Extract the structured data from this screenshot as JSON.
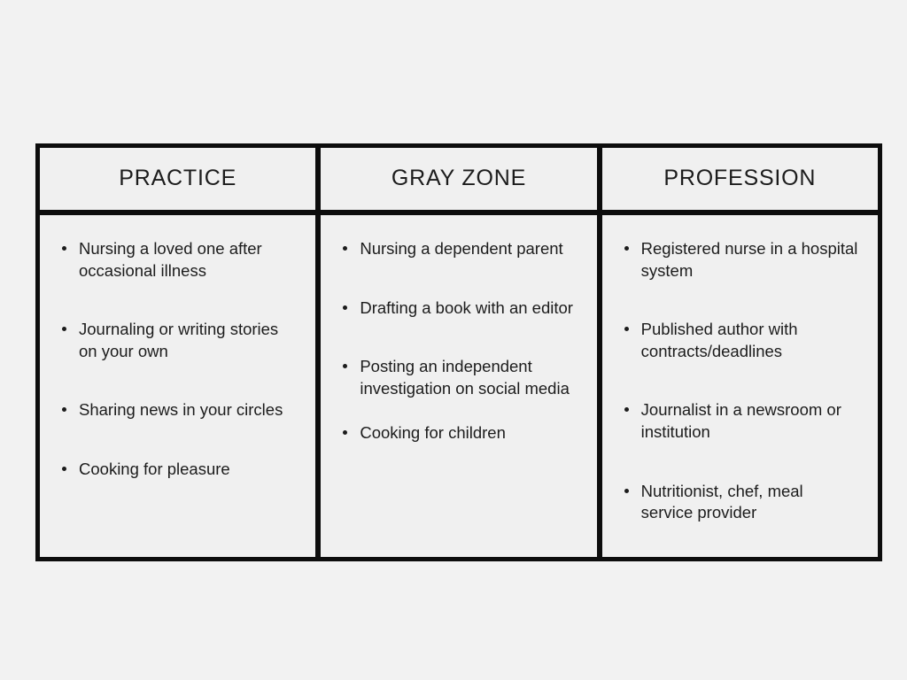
{
  "theme": {
    "page_background": "#f2f2f2",
    "cell_background": "#f0f0f0",
    "grid_color": "#0d0d0d",
    "text_color": "#1c1c1c"
  },
  "table": {
    "columns": [
      {
        "id": "practice",
        "header": "PRACTICE",
        "items": [
          "Nursing a loved one after occasional illness",
          "Journaling or writing stories on your own",
          "Sharing news in your circles",
          "Cooking for pleasure"
        ]
      },
      {
        "id": "gray-zone",
        "header": "GRAY ZONE",
        "items": [
          "Nursing a dependent parent",
          "Drafting a book with an editor",
          "Posting an independent investigation on social media",
          "Cooking for children"
        ]
      },
      {
        "id": "profession",
        "header": "PROFESSION",
        "items": [
          "Registered nurse in a hospital system",
          "Published author with contracts/deadlines",
          "Journalist in a newsroom or institution",
          "Nutritionist, chef, meal service provider"
        ]
      }
    ]
  }
}
